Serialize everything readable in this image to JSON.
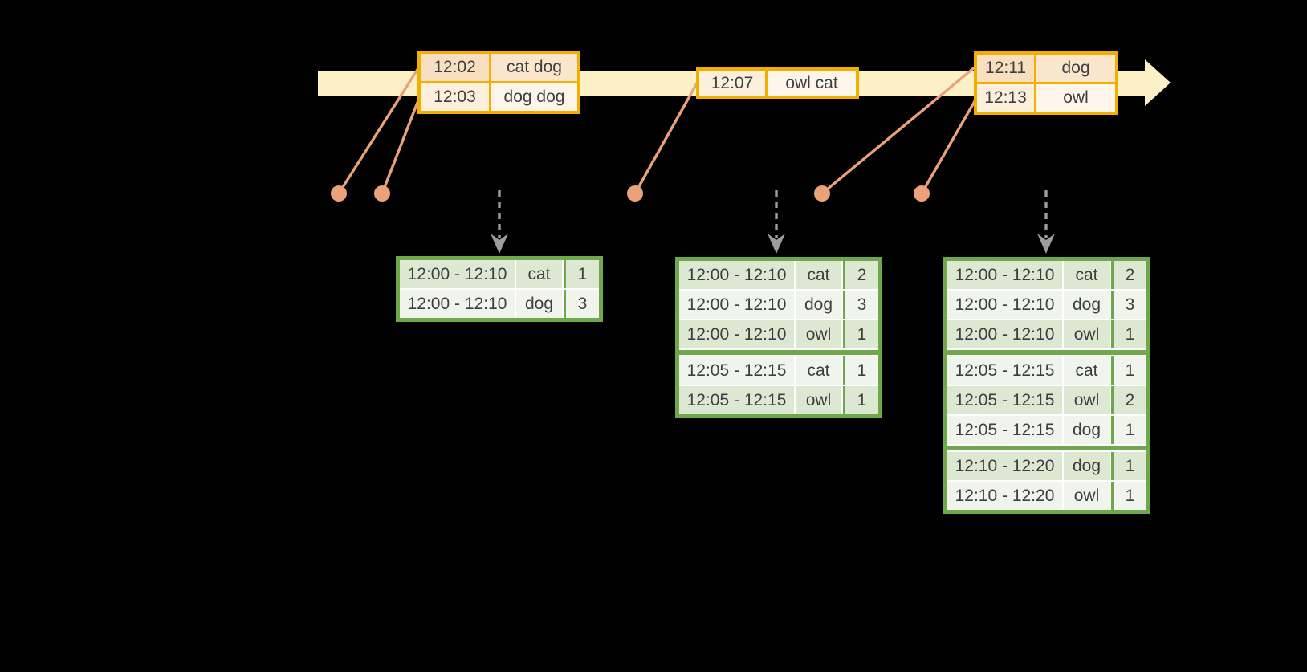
{
  "diagram": "windowed-grouped-aggregation-stream",
  "colors": {
    "background": "#000000",
    "timeline_fill": "#fbf0c6",
    "event_table_border": "#f2af00",
    "event_row_peach": "#f8dfbf",
    "event_row_cream": "#fcefdc",
    "connector": "#eba27b",
    "trigger_arrow": "#9d9d9d",
    "result_table_border": "#6fa74b",
    "result_row_dark": "#dde8d3",
    "result_row_light": "#f0f4ec",
    "cell_text": "#3e3e3e"
  },
  "event_tables": [
    {
      "rows": [
        {
          "time": "12:02",
          "words": "cat dog"
        },
        {
          "time": "12:03",
          "words": "dog dog"
        }
      ]
    },
    {
      "rows": [
        {
          "time": "12:07",
          "words": "owl cat"
        }
      ]
    },
    {
      "rows": [
        {
          "time": "12:11",
          "words": "dog"
        },
        {
          "time": "12:13",
          "words": "owl"
        }
      ]
    }
  ],
  "result_tables": [
    {
      "rows": [
        {
          "window": "12:00 - 12:10",
          "word": "cat",
          "count": "1"
        },
        {
          "window": "12:00 - 12:10",
          "word": "dog",
          "count": "3"
        }
      ]
    },
    {
      "rows": [
        {
          "window": "12:00 - 12:10",
          "word": "cat",
          "count": "2"
        },
        {
          "window": "12:00 - 12:10",
          "word": "dog",
          "count": "3"
        },
        {
          "window": "12:00 - 12:10",
          "word": "owl",
          "count": "1"
        },
        {
          "window": "12:05 - 12:15",
          "word": "cat",
          "count": "1"
        },
        {
          "window": "12:05 - 12:15",
          "word": "owl",
          "count": "1"
        }
      ]
    },
    {
      "rows": [
        {
          "window": "12:00 - 12:10",
          "word": "cat",
          "count": "2"
        },
        {
          "window": "12:00 - 12:10",
          "word": "dog",
          "count": "3"
        },
        {
          "window": "12:00 - 12:10",
          "word": "owl",
          "count": "1"
        },
        {
          "window": "12:05 - 12:15",
          "word": "cat",
          "count": "1"
        },
        {
          "window": "12:05 - 12:15",
          "word": "owl",
          "count": "2"
        },
        {
          "window": "12:05 - 12:15",
          "word": "dog",
          "count": "1"
        },
        {
          "window": "12:10 - 12:20",
          "word": "dog",
          "count": "1"
        },
        {
          "window": "12:10 - 12:20",
          "word": "owl",
          "count": "1"
        }
      ]
    }
  ]
}
